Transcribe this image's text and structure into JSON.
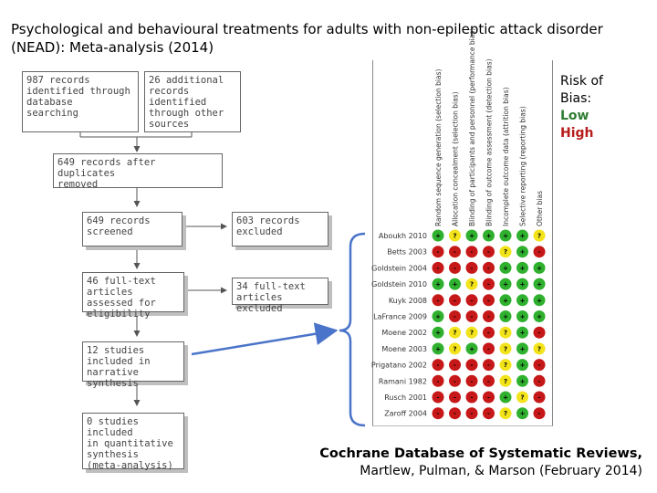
{
  "title": "Psychological and behavioural treatments for adults with non-epileptic attack disorder (NEAD): Meta-analysis (2014)",
  "flow": {
    "records_db": "987 records\nidentified through\ndatabase\nsearching",
    "records_other": "26 additional\nrecords identified\nthrough other\nsources",
    "after_duplicates": "649 records after duplicates\nremoved",
    "screened": "649 records\nscreened",
    "excluded": "603 records\nexcluded",
    "fulltext": "46 full-text articles\nassessed for\neligibility",
    "fulltext_excluded": "34 full-text articles\nexcluded",
    "narrative": "12 studies\nincluded in\nnarrative synthesis",
    "meta": "0 studies included\nin quantitative\nsynthesis\n(meta-analysis)"
  },
  "legend": {
    "line1": "Risk of",
    "line2": "Bias:",
    "low": "Low",
    "high": "High"
  },
  "rob": {
    "columns": [
      "Random sequence generation (selection bias)",
      "Allocation concealment (selection bias)",
      "Blinding of participants and personnel (performance bias)",
      "Blinding of outcome assessment (detection bias)",
      "Incomplete outcome data (attrition bias)",
      "Selective reporting (reporting bias)",
      "Other bias"
    ],
    "studies": [
      {
        "name": "Aboukh 2010",
        "ratings": [
          "low",
          "unclear",
          "low",
          "low",
          "low",
          "low",
          "unclear"
        ]
      },
      {
        "name": "Betts 2003",
        "ratings": [
          "high",
          "high",
          "high",
          "high",
          "unclear",
          "low",
          "high"
        ]
      },
      {
        "name": "Goldstein 2004",
        "ratings": [
          "high",
          "high",
          "high",
          "high",
          "low",
          "low",
          "low"
        ]
      },
      {
        "name": "Goldstein 2010",
        "ratings": [
          "low",
          "low",
          "unclear",
          "high",
          "low",
          "low",
          "low"
        ]
      },
      {
        "name": "Kuyk 2008",
        "ratings": [
          "high",
          "high",
          "high",
          "high",
          "low",
          "low",
          "low"
        ]
      },
      {
        "name": "LaFrance 2009",
        "ratings": [
          "low",
          "high",
          "high",
          "high",
          "low",
          "low",
          "low"
        ]
      },
      {
        "name": "Moene 2002",
        "ratings": [
          "low",
          "unclear",
          "unclear",
          "high",
          "unclear",
          "low",
          "high"
        ]
      },
      {
        "name": "Moene 2003",
        "ratings": [
          "low",
          "unclear",
          "low",
          "high",
          "unclear",
          "low",
          "unclear"
        ]
      },
      {
        "name": "Prigatano 2002",
        "ratings": [
          "high",
          "high",
          "high",
          "high",
          "unclear",
          "low",
          "high"
        ]
      },
      {
        "name": "Ramani 1982",
        "ratings": [
          "high",
          "high",
          "high",
          "high",
          "unclear",
          "low",
          "high"
        ]
      },
      {
        "name": "Rusch 2001",
        "ratings": [
          "high",
          "high",
          "high",
          "high",
          "low",
          "unclear",
          "high"
        ]
      },
      {
        "name": "Zaroff 2004",
        "ratings": [
          "high",
          "high",
          "high",
          "high",
          "unclear",
          "low",
          "high"
        ]
      }
    ],
    "colors": {
      "low": "#2fb12f",
      "unclear": "#f2e31b",
      "high": "#c61818"
    },
    "symbols": {
      "low": "+",
      "unclear": "?",
      "high": "-"
    }
  },
  "citation": {
    "journal": "Cochrane Database of Systematic Reviews,",
    "authors": "Martlew, Pulman, & Marson (February 2014)"
  }
}
